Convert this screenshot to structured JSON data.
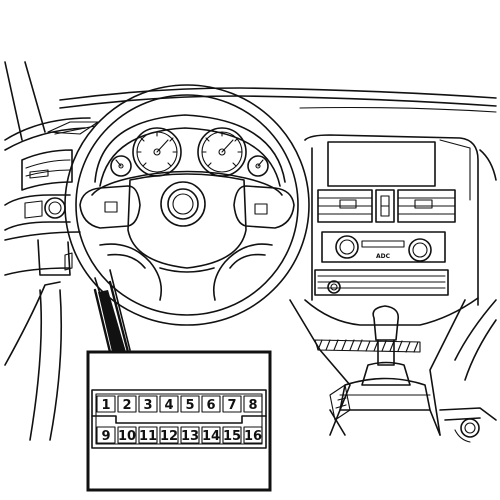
{
  "console": {
    "label": "ADC"
  },
  "connector": {
    "top_row": [
      "1",
      "2",
      "3",
      "4",
      "5",
      "6",
      "7",
      "8"
    ],
    "bottom_row": [
      "9",
      "10",
      "11",
      "12",
      "13",
      "14",
      "15",
      "16"
    ]
  }
}
